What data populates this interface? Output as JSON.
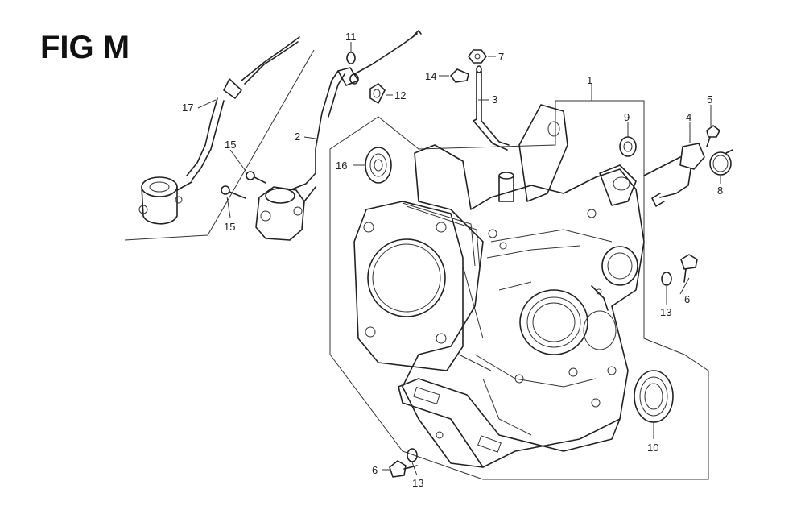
{
  "figure": {
    "title": "FIG M"
  },
  "callouts": [
    {
      "id": "c1",
      "label": "1"
    },
    {
      "id": "c2",
      "label": "2"
    },
    {
      "id": "c3",
      "label": "3"
    },
    {
      "id": "c4",
      "label": "4"
    },
    {
      "id": "c5",
      "label": "5"
    },
    {
      "id": "c6a",
      "label": "6"
    },
    {
      "id": "c6b",
      "label": "6"
    },
    {
      "id": "c7",
      "label": "7"
    },
    {
      "id": "c8",
      "label": "8"
    },
    {
      "id": "c9",
      "label": "9"
    },
    {
      "id": "c10",
      "label": "10"
    },
    {
      "id": "c11",
      "label": "11"
    },
    {
      "id": "c12",
      "label": "12"
    },
    {
      "id": "c13a",
      "label": "13"
    },
    {
      "id": "c13b",
      "label": "13"
    },
    {
      "id": "c14",
      "label": "14"
    },
    {
      "id": "c15a",
      "label": "15"
    },
    {
      "id": "c15b",
      "label": "15"
    },
    {
      "id": "c16",
      "label": "16"
    },
    {
      "id": "c17",
      "label": "17"
    }
  ]
}
